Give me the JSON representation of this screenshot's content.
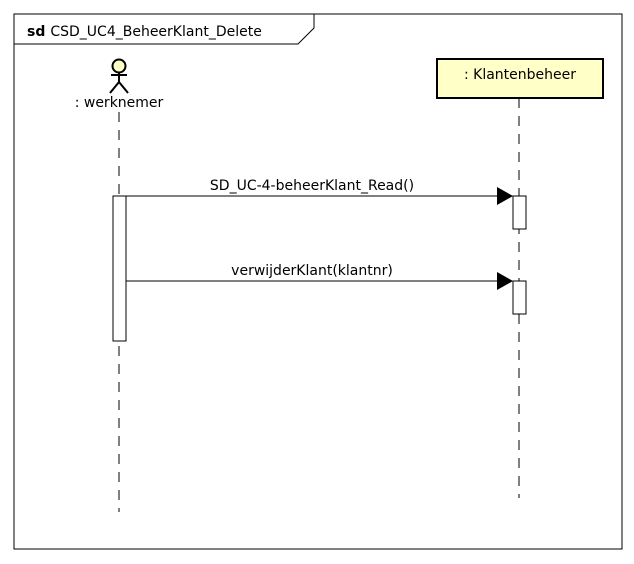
{
  "frame": {
    "keyword": "sd",
    "name": "CSD_UC4_BeheerKlant_Delete"
  },
  "lifelines": {
    "actor": {
      "label": ": werknemer"
    },
    "object": {
      "label": ": Klantenbeheer"
    }
  },
  "messages": [
    {
      "label": "SD_UC-4-beheerKlant_Read()"
    },
    {
      "label": "verwijderKlant(klantnr)"
    }
  ],
  "colors": {
    "object_fill": "#ffffc8",
    "line": "#000000",
    "background": "#ffffff"
  }
}
